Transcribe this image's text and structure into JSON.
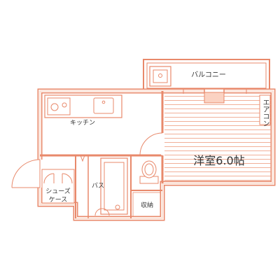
{
  "colors": {
    "wall": "#e8896b",
    "wall_fill": "#fbe3d8",
    "line": "#e8896b",
    "hatch": "#f0a78d",
    "text": "#333333",
    "background": "#ffffff"
  },
  "labels": {
    "balcony": "バルコニー",
    "kitchen": "キッチン",
    "aircon": "エアコン",
    "western_room": "洋室6.0帖",
    "bath": "バス",
    "storage": "収納",
    "shoe_case_line1": "シューズ",
    "shoe_case_line2": "ケース"
  }
}
